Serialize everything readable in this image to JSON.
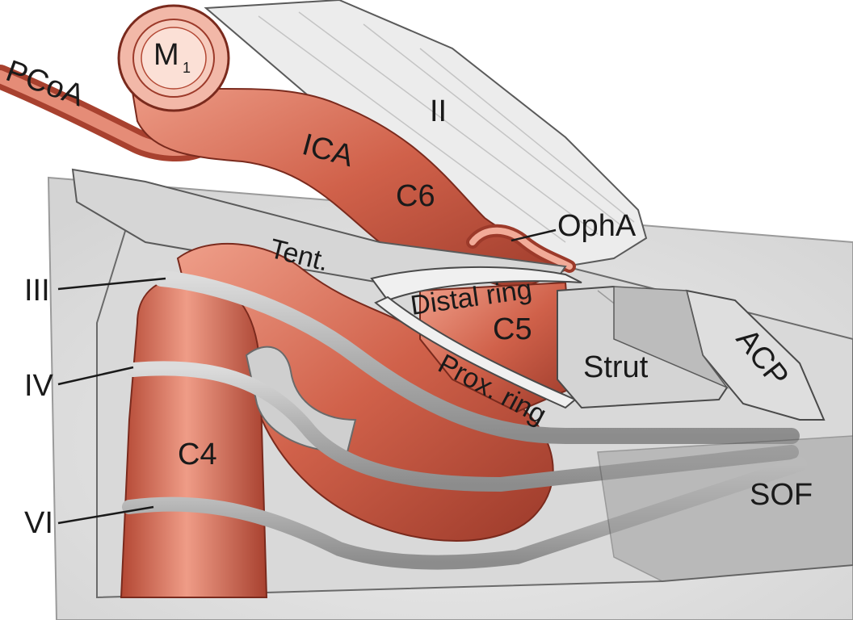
{
  "labels": {
    "m1": "M",
    "m1_sub": "1",
    "pcoa": "PCoA",
    "ii": "II",
    "ica": "ICA",
    "c6": "C6",
    "opha": "OphA",
    "tent": "Tent.",
    "iii": "III",
    "distal_ring": "Distal ring",
    "c5": "C5",
    "strut": "Strut",
    "acp": "ACP",
    "iv": "IV",
    "prox_ring": "Prox. ring",
    "c4": "C4",
    "vi": "VI",
    "sof": "SOF"
  },
  "colors": {
    "artery": "#d0614a",
    "artery_dark": "#a8412f",
    "artery_light": "#ec9a86",
    "nerve": "#b9b9b9",
    "nerve_dark": "#8a8a8a",
    "bone": "#d8d8d8",
    "background_tissue": "#e4e4e4",
    "outline": "#4a4a4a"
  }
}
